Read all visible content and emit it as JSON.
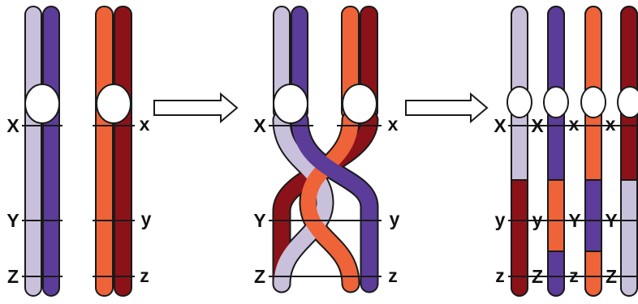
{
  "colors": {
    "light_purple": "#c9c0dc",
    "dark_purple": "#5b3c98",
    "orange": "#ee6338",
    "dark_red": "#8c1219",
    "outline": "#1a1a1a",
    "centromere": "#ffffff"
  },
  "panels": {
    "before": {
      "left_labels": [
        "X",
        "Y",
        "Z"
      ],
      "right_labels": [
        "x",
        "y",
        "z"
      ]
    },
    "crossing": {
      "left_labels": [
        "X",
        "Y",
        "Z"
      ],
      "right_labels": [
        "x",
        "y",
        "z"
      ]
    },
    "after": {
      "chromatids": [
        {
          "labels": [
            "X",
            "y",
            "z"
          ]
        },
        {
          "labels": [
            "X",
            "y",
            "Z"
          ]
        },
        {
          "labels": [
            "x",
            "Y",
            "z"
          ]
        },
        {
          "labels": [
            "x",
            "Y",
            "Z"
          ]
        }
      ]
    }
  },
  "icons": {
    "arrow_1": "right-arrow-icon",
    "arrow_2": "right-arrow-icon"
  }
}
